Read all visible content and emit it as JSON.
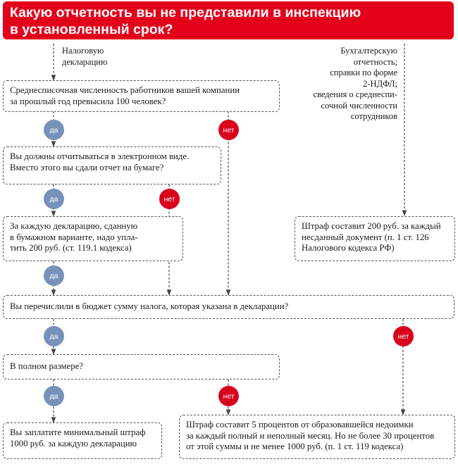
{
  "title": {
    "line1": "Какую отчетность вы не представили в инспекцию",
    "line2": "в установленный срок?"
  },
  "colors": {
    "accent": "#e3001b",
    "yes": "#7891b9",
    "no": "#d8001c"
  },
  "labels": {
    "yes": "да",
    "no": "нет"
  },
  "branches": {
    "tax": [
      "Налоговую",
      "декларацию"
    ],
    "accounting": [
      "Бухгалтерскую",
      "отчетность;",
      "справки по форме",
      "2-НДФЛ;",
      "сведения о среднеспи-",
      "сочной численности",
      "сотрудников"
    ]
  },
  "nodes": {
    "headcount_question": [
      "Среднесписочная численность работников вашей компании",
      "за прошлый год превысила 100 человек?"
    ],
    "electronic_question": [
      "Вы должны отчитываться в электронном виде.",
      "Вместо этого вы сдали отчет на бумаге?"
    ],
    "paper_fine": [
      "За каждую декларацию, сданную",
      "в бумажном варианте, надо упла-",
      "тить 200 руб. (ст. 119.1 кодекса)"
    ],
    "accounting_fine": [
      "Штраф составит 200 руб. за каждый",
      "несданный документ (п. 1 ст. 126",
      "Налогового кодекса РФ)"
    ],
    "tax_paid_question": [
      "Вы перечислили в бюджет сумму налога, которая указана в декларации?"
    ],
    "full_amount_question": [
      "В полном размере?"
    ],
    "minimum_fine": [
      "Вы заплатите минимальный штраф",
      "1000 руб. за каждую декларацию"
    ],
    "percent_fine": [
      "Штраф составит 5 процентов от образовавшейся недоимки",
      "за каждый полный и неполный месяц. Но не более 30 процентов",
      "от этой суммы и не менее 1000 руб. (п. 1 ст. 119 кодекса)"
    ]
  }
}
